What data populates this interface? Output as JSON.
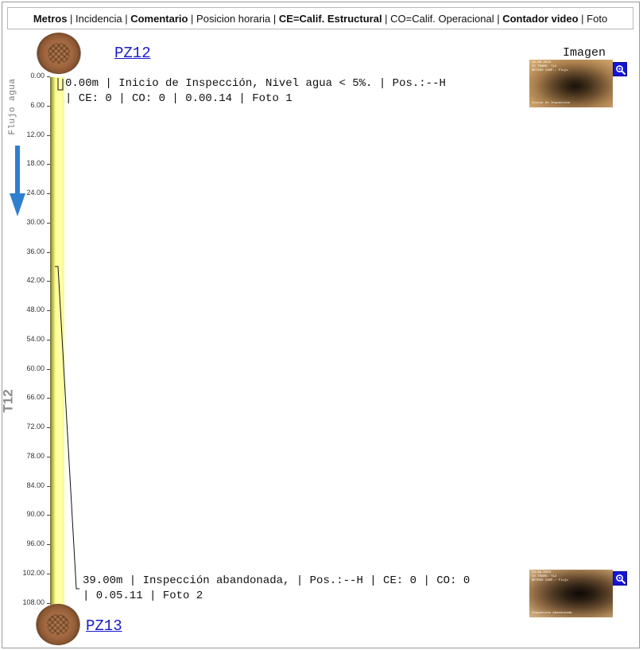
{
  "legend": {
    "metros": "Metros",
    "incidencia": "Incidencia",
    "comentario": "Comentario",
    "posicion": "Posicion horaria",
    "ce": "CE=Calif. Estructural",
    "co": "CO=Calif. Operacional",
    "contador": "Contador video",
    "foto": "Foto",
    "sep": " | "
  },
  "start_manhole": {
    "label": "PZ12"
  },
  "end_manhole": {
    "label": "PZ13"
  },
  "flow_label": "Flujo agua",
  "segment_label": "T12",
  "image_header": "Imagen",
  "scale": {
    "ticks": [
      "0.00",
      "6.00",
      "12.00",
      "18.00",
      "24.00",
      "30.00",
      "36.00",
      "42.00",
      "48.00",
      "54.00",
      "60.00",
      "66.00",
      "72.00",
      "78.00",
      "84.00",
      "90.00",
      "96.00",
      "102.00",
      "108.00"
    ]
  },
  "observations": [
    {
      "line1": "0.00m | Inicio de Inspección, Nivel agua < 5%. | Pos.:--H",
      "line2": "| CE: 0 | CO: 0 | 0.00.14 | Foto 1",
      "thumb_caption": [
        "13-09-2023",
        "ID TRAMO: T12",
        "METROS INSP.: Flujo"
      ],
      "thumb_footer": "Inicio de Inspección"
    },
    {
      "line1": "39.00m | Inspección abandonada, | Pos.:--H | CE: 0 | CO: 0",
      "line2": "| 0.05.11 | Foto 2",
      "thumb_caption": [
        "13-09-2023",
        "ID TRAMO: T12",
        "METROS INSP.: Flujo"
      ],
      "thumb_footer": "Inspección abandonada"
    }
  ],
  "colors": {
    "pipe": "#ffff8a",
    "link": "#1a1acc",
    "flow_arrow": "#2f7fd0",
    "zoom_button": "#1515d8"
  },
  "icons": {
    "manhole": "manhole-cover-icon",
    "zoom": "zoom-magnifier-icon",
    "flow": "flow-down-arrow-icon"
  }
}
